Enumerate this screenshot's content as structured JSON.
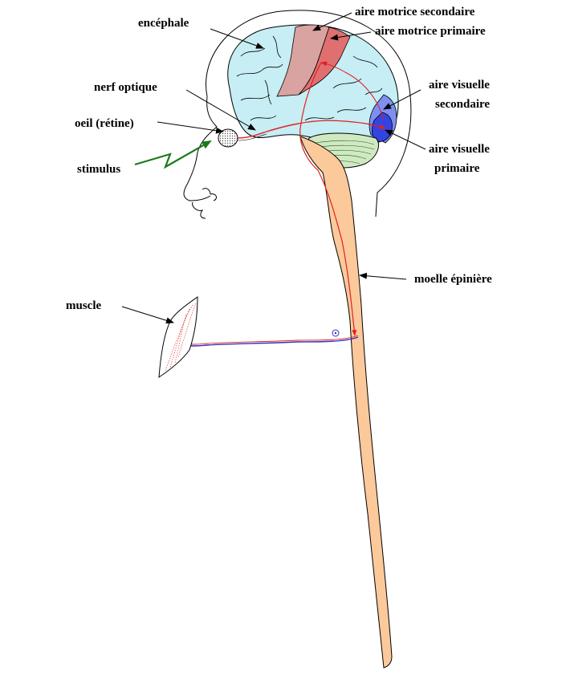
{
  "labels": {
    "encephale": "encéphale",
    "aire_motrice_secondaire": "aire motrice secondaire",
    "aire_motrice_primaire": "aire motrice primaire",
    "nerf_optique": "nerf optique",
    "oeil": "oeil (rétine)",
    "stimulus": "stimulus",
    "aire_visuelle_secondaire_1": "aire visuelle",
    "aire_visuelle_secondaire_2": "secondaire",
    "aire_visuelle_primaire_1": "aire visuelle",
    "aire_visuelle_primaire_2": "primaire",
    "moelle_epiniere": "moelle épinière",
    "muscle": "muscle"
  },
  "colors": {
    "cortex": "#c6eef4",
    "motor_secondary": "#d9a3a1",
    "motor_primary": "#e07070",
    "visual_secondary": "#7f8ff0",
    "visual_primary": "#3344e0",
    "cerebellum": "#cfe9c0",
    "spinal_cord": "#fcc99b",
    "pathway": "#e02020",
    "motor_nerve": "#3030c0",
    "stimulus_arrow": "#1a7a1a"
  }
}
